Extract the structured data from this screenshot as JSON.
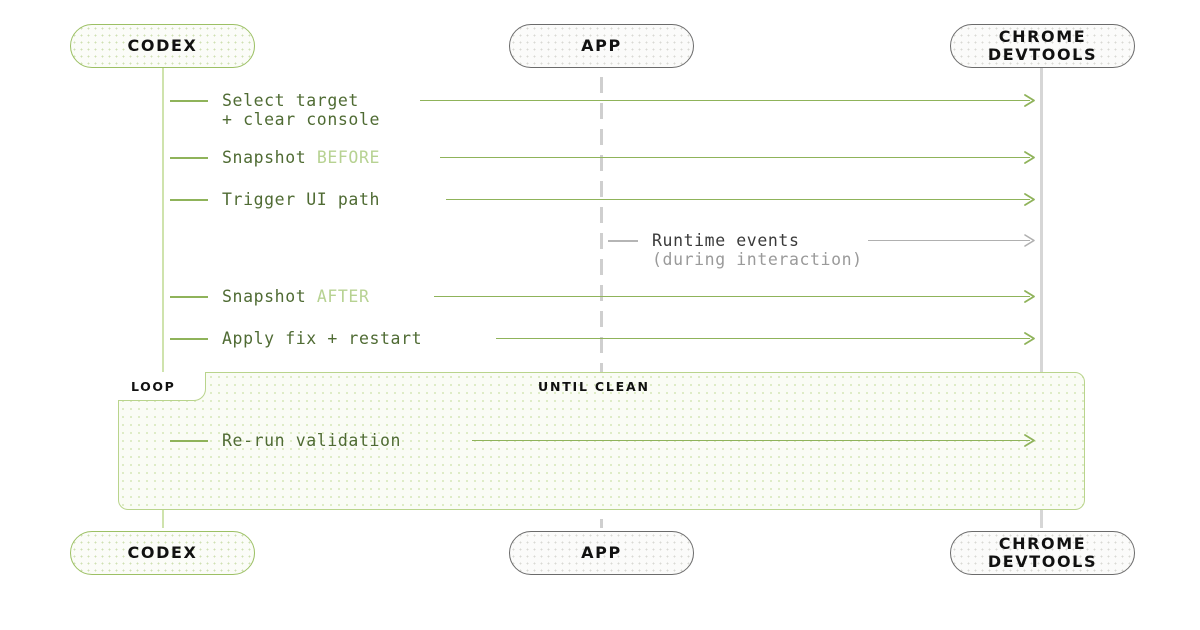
{
  "diagram": {
    "type": "sequence-diagram",
    "title": "Codex / App / Chrome DevTools debugging loop",
    "colors": {
      "green_line": "#8fb35a",
      "green_accent": "#b7d292",
      "green_text": "#4f6b33",
      "green_border": "#9cc064",
      "gray_line": "#b0b0b0",
      "gray_text": "#3a3a3a",
      "gray_muted": "#9a9a9a",
      "loop_border": "#b9d48c",
      "background": "#ffffff"
    },
    "actors": [
      {
        "id": "codex",
        "label": "CODEX",
        "label_lines": [
          "CODEX"
        ],
        "style": "green"
      },
      {
        "id": "app",
        "label": "APP",
        "label_lines": [
          "APP"
        ],
        "style": "gray"
      },
      {
        "id": "devtools",
        "label": "CHROME DEVTOOLS",
        "label_lines": [
          "CHROME",
          "DEVTOOLS"
        ],
        "style": "gray"
      }
    ],
    "messages": [
      {
        "id": "select-target",
        "from": "codex",
        "to": "devtools",
        "text": "Select target",
        "sub": "+ clear console",
        "accent": "",
        "color": "green",
        "arrow": true
      },
      {
        "id": "snapshot-before",
        "from": "codex",
        "to": "devtools",
        "text": "Snapshot ",
        "accent": "BEFORE",
        "sub": "",
        "color": "green",
        "arrow": true
      },
      {
        "id": "trigger-ui-path",
        "from": "codex",
        "to": "devtools",
        "text": "Trigger UI path",
        "accent": "",
        "sub": "",
        "color": "green",
        "arrow": true
      },
      {
        "id": "runtime-events",
        "from": "app",
        "to": "devtools",
        "text": "Runtime events",
        "accent": "",
        "sub": "(during interaction)",
        "color": "gray",
        "arrow": true
      },
      {
        "id": "snapshot-after",
        "from": "codex",
        "to": "devtools",
        "text": "Snapshot ",
        "accent": "AFTER",
        "sub": "",
        "color": "green",
        "arrow": true
      },
      {
        "id": "apply-fix-restart",
        "from": "codex",
        "to": "devtools",
        "text": "Apply fix + restart",
        "accent": "",
        "sub": "",
        "color": "green",
        "arrow": true
      },
      {
        "id": "re-run-validation",
        "from": "codex",
        "to": "devtools",
        "text": "Re-run validation",
        "accent": "",
        "sub": "",
        "color": "green",
        "arrow": true
      }
    ],
    "loop": {
      "tag": "LOOP",
      "condition": "UNTIL CLEAN",
      "contains": [
        "re-run-validation"
      ]
    }
  }
}
